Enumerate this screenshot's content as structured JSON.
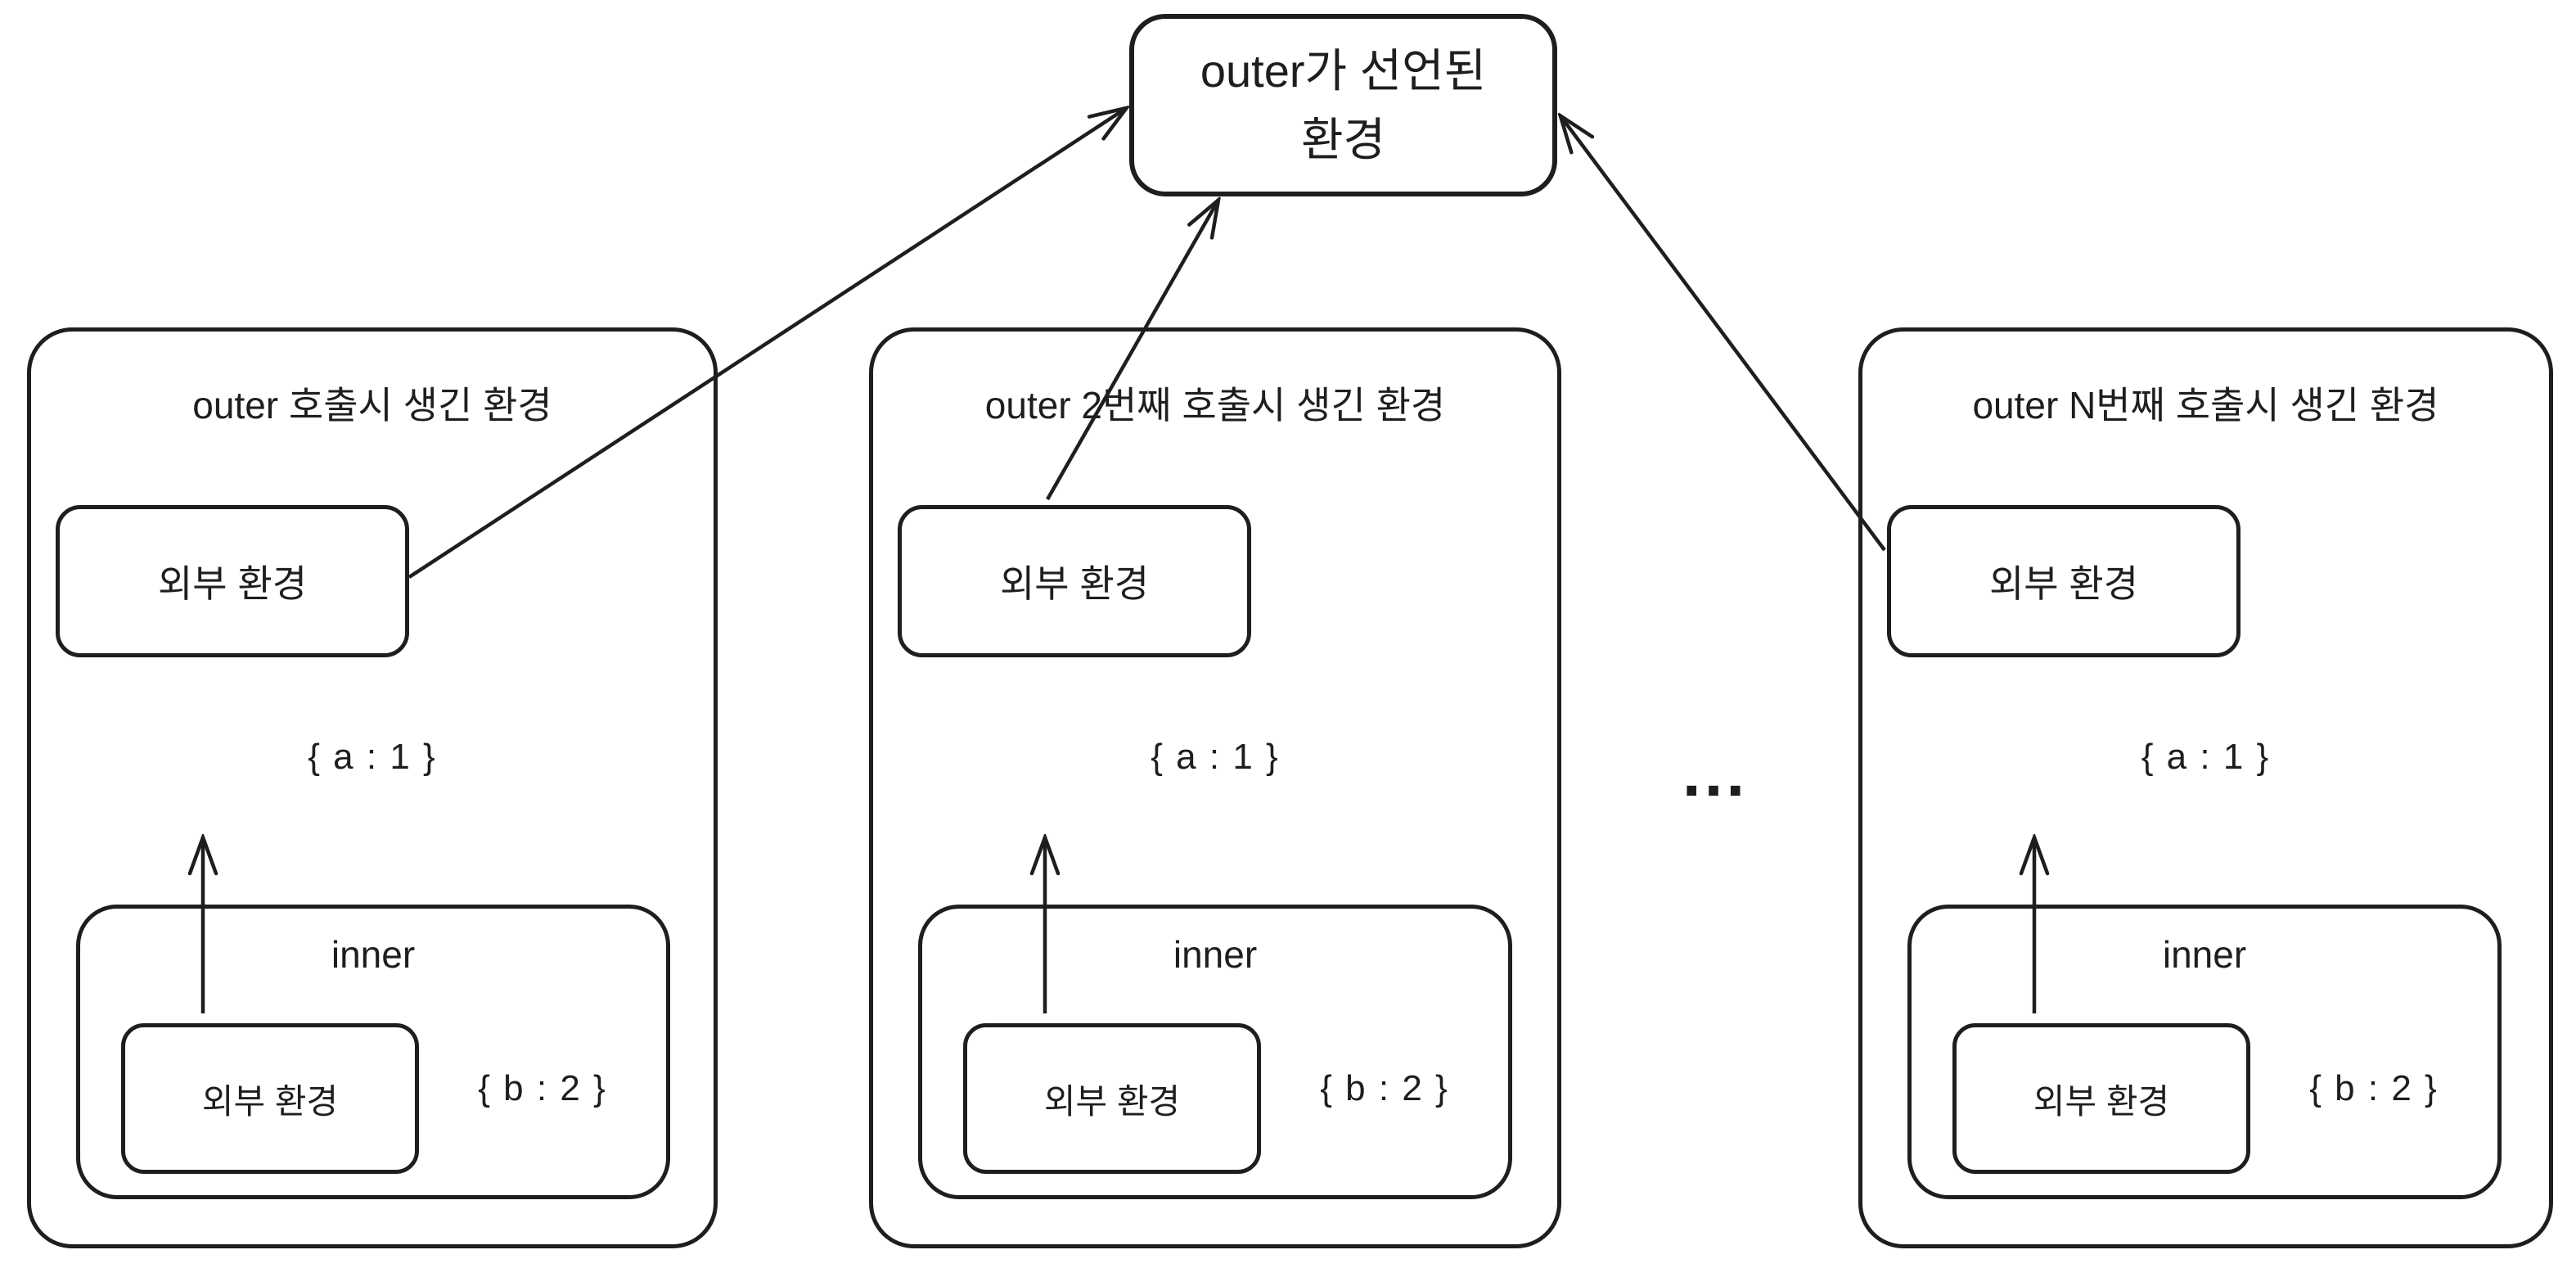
{
  "diagram": {
    "top_box": {
      "line1": "outer가 선언된",
      "line2": "환경"
    },
    "ellipsis": "...",
    "columns": [
      {
        "title": "outer 호출시 생긴 환경",
        "outer_env_label": "외부 환경",
        "env_record": "{ a : 1 }",
        "inner_label": "inner",
        "inner_env_label": "외부 환경",
        "inner_record": "{ b : 2 }"
      },
      {
        "title": "outer 2번째 호출시 생긴 환경",
        "outer_env_label": "외부 환경",
        "env_record": "{ a : 1 }",
        "inner_label": "inner",
        "inner_env_label": "외부 환경",
        "inner_record": "{ b : 2 }"
      },
      {
        "title": "outer N번째 호출시 생긴 환경",
        "outer_env_label": "외부 환경",
        "env_record": "{ a : 1 }",
        "inner_label": "inner",
        "inner_env_label": "외부 환경",
        "inner_record": "{ b : 2 }"
      }
    ],
    "colors": {
      "stroke": "#1e1e1e",
      "background": "#ffffff"
    }
  }
}
